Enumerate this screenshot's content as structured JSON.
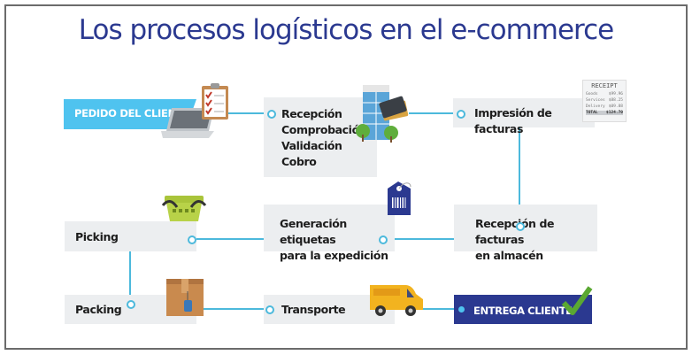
{
  "title": "Los procesos logísticos en el e-commerce",
  "steps": {
    "pedido": "PEDIDO DEL CLIENTE",
    "recepcion": [
      "Recepción",
      "Comprobación",
      "Validación",
      "Cobro"
    ],
    "impresion": "Impresión de facturas",
    "almacen": [
      "Recepción de facturas",
      "en almacén"
    ],
    "etiquetas": [
      "Generación etiquetas",
      "para la expedición"
    ],
    "picking": "Picking",
    "packing": "Packing",
    "transporte": "Transporte",
    "entrega": "ENTREGA CLIENTE"
  },
  "receipt": {
    "heading": "RECEIPT",
    "rows": [
      [
        "Goods",
        "$99.96"
      ],
      [
        "Services",
        "$88.25"
      ],
      [
        "Delivery",
        "$09.88"
      ]
    ],
    "total_label": "TOTAL",
    "total": "$124.70"
  },
  "colors": {
    "accent": "#4cb9dc",
    "banner": "#4fc3ef",
    "title": "#2b3990",
    "delivery": "#2b3990",
    "check": "#5aa832"
  }
}
